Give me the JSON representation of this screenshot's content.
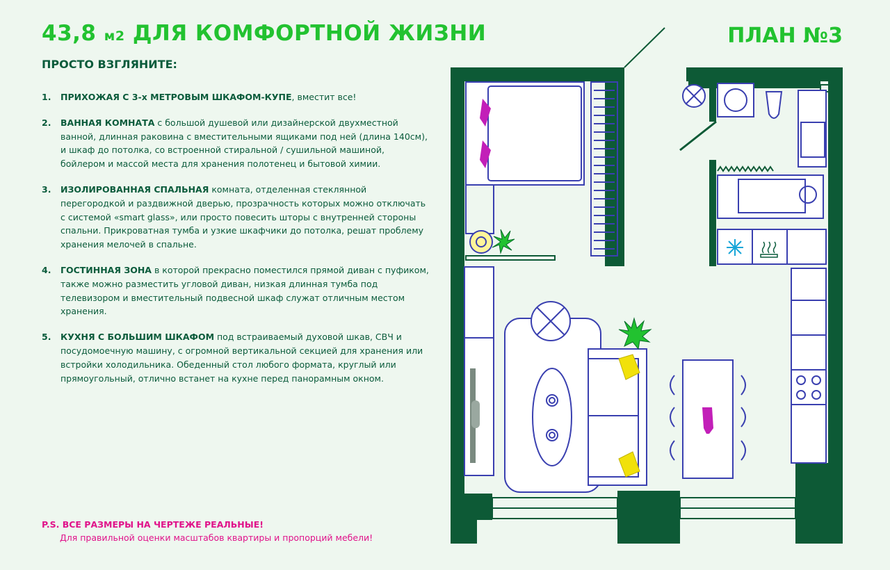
{
  "header": {
    "area_value": "43,8",
    "area_unit": "м2",
    "title_text": "ДЛЯ КОМФОРТНОЙ ЖИЗНИ",
    "plan_label": "ПЛАН №3",
    "subtitle": "ПРОСТО ВЗГЛЯНИТЕ:"
  },
  "features": [
    {
      "num": "1.",
      "title": "ПРИХОЖАЯ С 3-х МЕТРОВЫМ ШКАФОМ-КУПЕ",
      "text": ", вместит все!"
    },
    {
      "num": "2.",
      "title": "ВАННАЯ КОМНАТА",
      "text": " с большой душевой или дизайнерской двухместной ванной, длинная раковина с вместительными ящиками под ней (длина 140см), и шкаф до потолка, со встроенной стиральной / сушильной машиной, бойлером и массой места для хранения полотенец и бытовой химии."
    },
    {
      "num": "3.",
      "title": "ИЗОЛИРОВАННАЯ СПАЛЬНАЯ",
      "text": " комната, отделенная стеклянной перегородкой и раздвижной дверью, прозрачность которых можно отключать с системой «smart glass», или просто повесить шторы с внутренней стороны спальни. Прикроватная тумба и узкие шкафчики до потолка, решат проблему хранения мелочей в спальне."
    },
    {
      "num": "4.",
      "title": "ГОСТИННАЯ ЗОНА",
      "text": " в которой прекрасно поместился прямой диван с пуфиком, также можно разместить угловой диван, низкая длинная тумба под телевизором и вместительный подвесной шкаф служат отличным местом хранения."
    },
    {
      "num": "5.",
      "title": "КУХНЯ С БОЛЬШИМ ШКАФОМ",
      "text": " под встраиваемый духовой шкав, СВЧ и посудомоечную машину, с огромной вертикальной секцией для хранения или встройки холодильника. Обеденный стол любого формата, круглый или прямоугольный, отлично встанет на кухне перед панорамным окном."
    }
  ],
  "footnote": {
    "title": "P.S. ВСЕ РАЗМЕРЫ НА ЧЕРТЕЖЕ РЕАЛЬНЫЕ!",
    "text": "Для правильной оценки масштабов квартиры и пропорций мебели!"
  },
  "colors": {
    "accent_green": "#22c230",
    "dark_green": "#0a5b3b",
    "wall_green": "#0d5a36",
    "magenta": "#e0128a",
    "furniture_outline": "#3a40b0"
  }
}
